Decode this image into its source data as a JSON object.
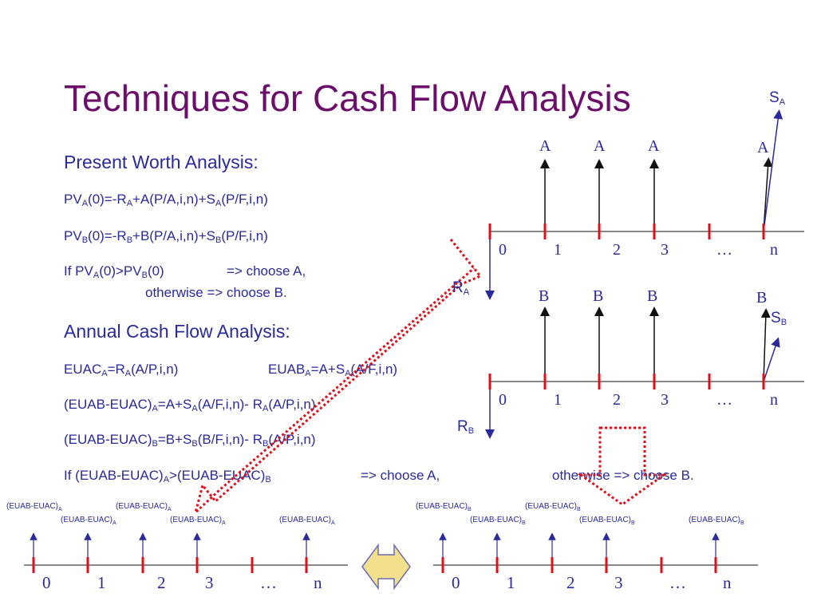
{
  "slide": {
    "title": "Techniques for Cash Flow Analysis",
    "pwa_heading": "Present Worth Analysis:",
    "pv_a": {
      "a1": "PV",
      "s1": "A",
      "a2": "(0)=-R",
      "s2": "A",
      "a3": "+A(P/A,i,n)+S",
      "s3": "A",
      "a4": "(P/F,i,n)"
    },
    "pv_b": {
      "a1": "PV",
      "s1": "B",
      "a2": "(0)=-R",
      "s2": "B",
      "a3": "+B(P/A,i,n)+S",
      "s3": "B",
      "a4": "(P/F,i,n)"
    },
    "pv_rule": {
      "a1": "If PV",
      "s1": "A",
      "a2": "(0)>PV",
      "s2": "B",
      "a3": "(0)",
      "choose": "=> choose A,",
      "otherwise": "otherwise => choose B."
    },
    "acfa_heading": "Annual Cash Flow Analysis:",
    "euac": {
      "a1": "EUAC",
      "s1": "A",
      "a2": "=R",
      "s2": "A",
      "a3": "(A/P,i,n)"
    },
    "euab": {
      "a1": "EUAB",
      "s1": "A",
      "a2": "=A+S",
      "s2": "A",
      "a3": "(A/F,i,n)"
    },
    "net_a": {
      "a1": "(EUAB-EUAC)",
      "s1": "A",
      "a2": "=A+S",
      "s2": "A",
      "a3": "(A/F,i,n)- R",
      "s3": "A",
      "a4": "(A/P,i,n)"
    },
    "net_b": {
      "a1": "(EUAB-EUAC)",
      "s1": "B",
      "a2": "=B+S",
      "s2": "B",
      "a3": "(B/F,i,n)- R",
      "s3": "B",
      "a4": "(A/P,i,n)"
    },
    "ac_rule": {
      "a1": "If (EUAB-EUAC)",
      "s1": "A",
      "a2": ">(EUAB-EUAC)",
      "s2": "B",
      "choose": "=> choose A,",
      "otherwise": "otherwise => choose B."
    }
  },
  "diagram_a": {
    "labels_top": [
      "A",
      "A",
      "A",
      "A"
    ],
    "salvage": {
      "main": "S",
      "sub": "A"
    },
    "cost": {
      "main": "R",
      "sub": "A"
    },
    "periods": [
      "0",
      "1",
      "2",
      "3",
      "…",
      "n"
    ]
  },
  "diagram_b": {
    "labels_top": [
      "B",
      "B",
      "B",
      "B"
    ],
    "salvage": {
      "main": "S",
      "sub": "B"
    },
    "cost": {
      "main": "R",
      "sub": "B"
    },
    "periods": [
      "0",
      "1",
      "2",
      "3",
      "…",
      "n"
    ]
  },
  "annual_a": {
    "label_main": "(EUAB-EUAC)",
    "label_sub": "A",
    "periods": [
      "0",
      "1",
      "2",
      "3",
      "…",
      "n"
    ]
  },
  "annual_b": {
    "label_main": "(EUAB-EUAC)",
    "label_sub": "B",
    "periods": [
      "0",
      "1",
      "2",
      "3",
      "…",
      "n"
    ]
  },
  "colors": {
    "title": "#6b0f6b",
    "text": "#2a2a9a",
    "tick": "#e0101a",
    "axis": "#606060",
    "dotted": "#e0101a",
    "swap_fill": "#f3e08c"
  }
}
